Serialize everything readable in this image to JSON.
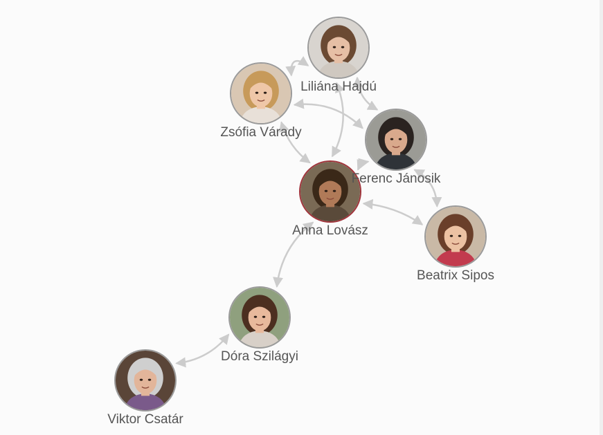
{
  "graph": {
    "nodes": [
      {
        "id": "liliana",
        "name": "Liliána Hajdú",
        "focused": false,
        "palette": {
          "bg": "#d8d4cf",
          "hair": "#6b4a33",
          "skin": "#e6bfa5",
          "shirt": "#cfc8c0"
        }
      },
      {
        "id": "zsofia",
        "name": "Zsófia Várady",
        "focused": false,
        "palette": {
          "bg": "#d9c7b3",
          "hair": "#c79a5a",
          "skin": "#efc7a8",
          "shirt": "#e8e0d8"
        }
      },
      {
        "id": "ferenc",
        "name": "Ferenc Jánosik",
        "focused": false,
        "palette": {
          "bg": "#9b9b95",
          "hair": "#2a2320",
          "skin": "#d9a98c",
          "shirt": "#2f3338"
        }
      },
      {
        "id": "anna",
        "name": "Anna Lovász",
        "focused": true,
        "palette": {
          "bg": "#7a6a55",
          "hair": "#3a2818",
          "skin": "#b07a58",
          "shirt": "#5a4a3a"
        }
      },
      {
        "id": "beatrix",
        "name": "Beatrix Sipos",
        "focused": false,
        "palette": {
          "bg": "#c9b9a6",
          "hair": "#6a3f2a",
          "skin": "#ecc2a3",
          "shirt": "#c23b4e"
        }
      },
      {
        "id": "dora",
        "name": "Dóra Szilágyi",
        "focused": false,
        "palette": {
          "bg": "#8fa07e",
          "hair": "#4c2f20",
          "skin": "#e8b99c",
          "shirt": "#d8d0c8"
        }
      },
      {
        "id": "viktor",
        "name": "Viktor Csatár",
        "focused": false,
        "palette": {
          "bg": "#5a4538",
          "hair": "#cfcfcf",
          "skin": "#e2b59a",
          "shirt": "#7a5a8a"
        }
      }
    ],
    "edges": [
      {
        "from": "zsofia",
        "to": "liliana"
      },
      {
        "from": "zsofia",
        "to": "ferenc"
      },
      {
        "from": "zsofia",
        "to": "anna"
      },
      {
        "from": "liliana",
        "to": "ferenc"
      },
      {
        "from": "liliana",
        "to": "anna"
      },
      {
        "from": "ferenc",
        "to": "anna"
      },
      {
        "from": "ferenc",
        "to": "beatrix"
      },
      {
        "from": "anna",
        "to": "beatrix"
      },
      {
        "from": "anna",
        "to": "dora"
      },
      {
        "from": "dora",
        "to": "viktor"
      }
    ],
    "colors": {
      "edge": "#cccccc",
      "node_border": "#9a9a9a",
      "focused_border": "#a0353c",
      "label": "#555555"
    }
  }
}
